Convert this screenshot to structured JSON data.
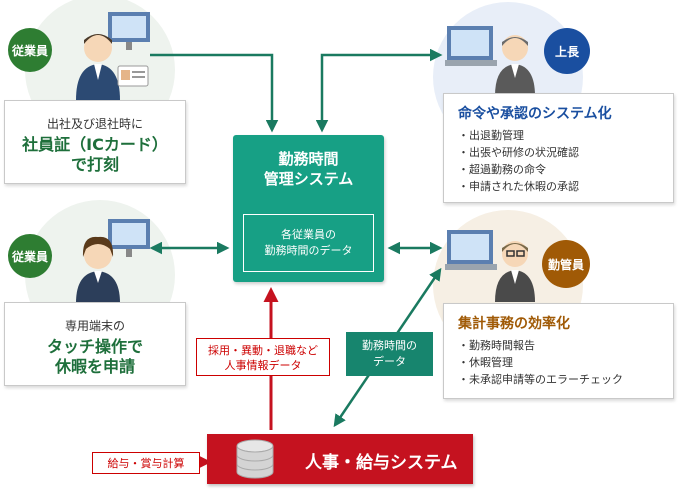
{
  "colors": {
    "green": "#2e7d32",
    "teal": "#17a085",
    "blue": "#1a4fa0",
    "brown": "#a05a06",
    "red": "#c5121f"
  },
  "icons": [
    "person-employee-icon",
    "monitor-icon",
    "laptop-icon",
    "id-card-icon",
    "database-icon",
    "arrow-icon"
  ],
  "employee1": {
    "badge": "従業員",
    "line1": "出社及び退社時に",
    "big1": "社員証（ICカード）",
    "big2": "で打刻"
  },
  "employee2": {
    "badge": "従業員",
    "line1": "専用端末の",
    "big1": "タッチ操作で",
    "big2": "休暇を申請"
  },
  "boss": {
    "badge": "上長",
    "title": "命令や承認のシステム化",
    "items": [
      "出退勤管理",
      "出張や研修の状況確認",
      "超過勤務の命令",
      "申請された休暇の承認"
    ]
  },
  "manager": {
    "badge": "勤管員",
    "title": "集計事務の効率化",
    "items": [
      "勤務時間報告",
      "休暇管理",
      "未承認申請等のエラーチェック"
    ]
  },
  "central": {
    "title1": "勤務時間",
    "title2": "管理システム",
    "inner1": "各従業員の",
    "inner2": "勤務時間のデータ"
  },
  "hr_label": {
    "line1": "採用・異動・退職など",
    "line2": "人事情報データ"
  },
  "work_label": {
    "line1": "勤務時間の",
    "line2": "データ"
  },
  "payroll_label": "給与・賞与計算",
  "hr_system": "人事・給与システム"
}
